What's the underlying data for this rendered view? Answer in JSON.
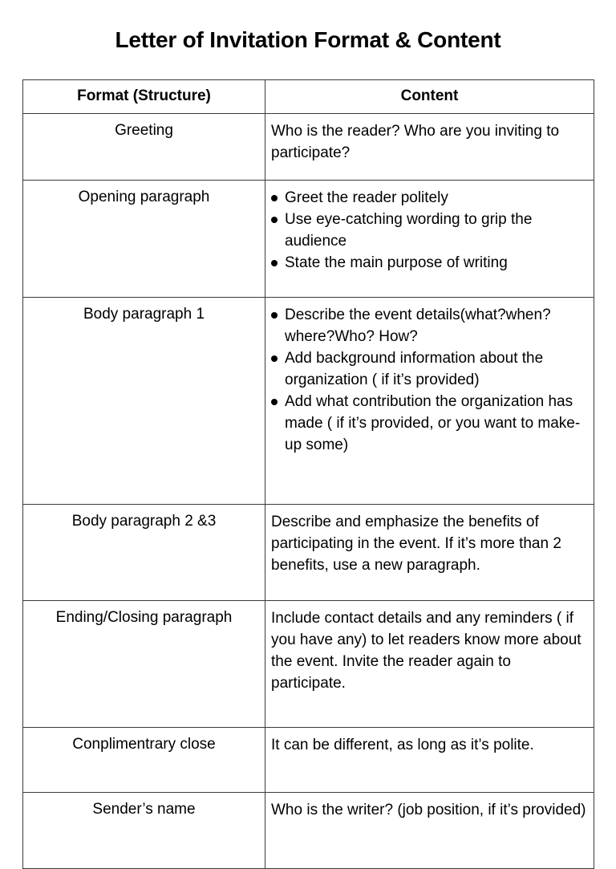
{
  "document": {
    "title": "Letter of Invitation Format & Content"
  },
  "table": {
    "headers": {
      "format": "Format (Structure)",
      "content": "Content"
    },
    "rows": [
      {
        "format": "Greeting",
        "content_type": "paragraph",
        "text": "Who is the reader? Who are you inviting to participate?",
        "min_height": 64
      },
      {
        "format": "Opening paragraph",
        "content_type": "bullets",
        "bullets": [
          "Greet the reader politely",
          "Use eye-catching wording to grip the audience",
          "State the main purpose of writing"
        ],
        "min_height": 127
      },
      {
        "format": "Body paragraph 1",
        "content_type": "bullets",
        "bullets": [
          "Describe the event details(what?when?where?Who? How?",
          "Add background information about the organization ( if it’s provided)",
          "Add what contribution the organization has made ( if it’s provided, or you want to make-up some)"
        ],
        "min_height": 239
      },
      {
        "format": "Body paragraph 2 &3",
        "content_type": "paragraph",
        "text": "Describe and emphasize the benefits of participating in the event. If it’s more than 2 benefits, use a new paragraph.",
        "min_height": 101
      },
      {
        "format": "Ending/Closing paragraph",
        "content_type": "paragraph",
        "text": "Include contact details and any reminders ( if you have any) to let readers know more about the event. Invite the reader again to participate.",
        "min_height": 139
      },
      {
        "format": "Conplimentrary close",
        "content_type": "paragraph",
        "text": "It can be different, as long as it’s polite.",
        "min_height": 62
      },
      {
        "format": "Sender’s name",
        "content_type": "paragraph",
        "text": "Who is the writer? (job position, if it’s provided)",
        "min_height": 76
      }
    ]
  },
  "colors": {
    "page_background": "#ffffff",
    "text": "#000000",
    "border": "#3a3a3a"
  }
}
